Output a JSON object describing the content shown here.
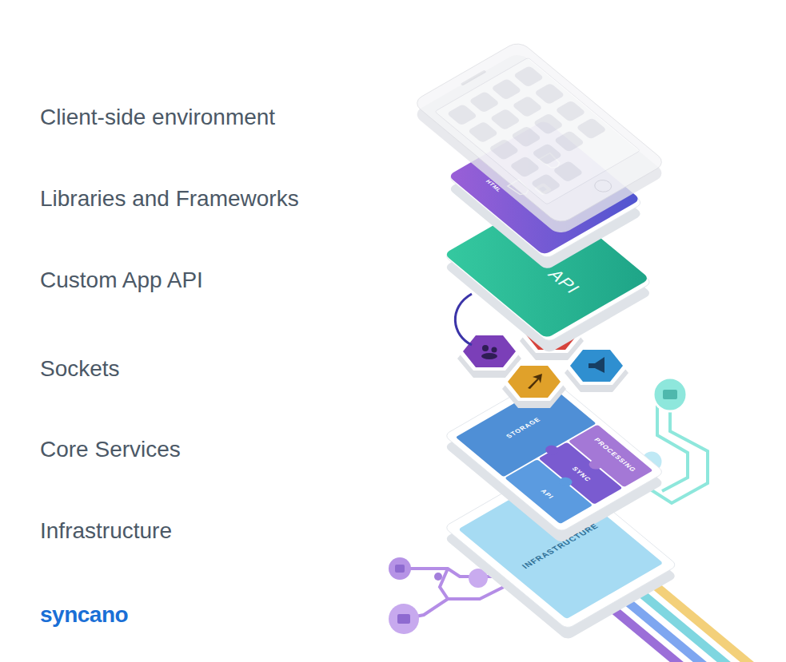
{
  "diagram": {
    "labels": [
      "Client-side environment",
      "Libraries and Frameworks",
      "Custom App API",
      "Sockets",
      "Core Services",
      "Infrastructure",
      "HTML",
      "API",
      "STORAGE",
      "PROCESSING",
      "SYNC",
      "API",
      "INFRASTRUCTURE",
      "syncano"
    ]
  }
}
